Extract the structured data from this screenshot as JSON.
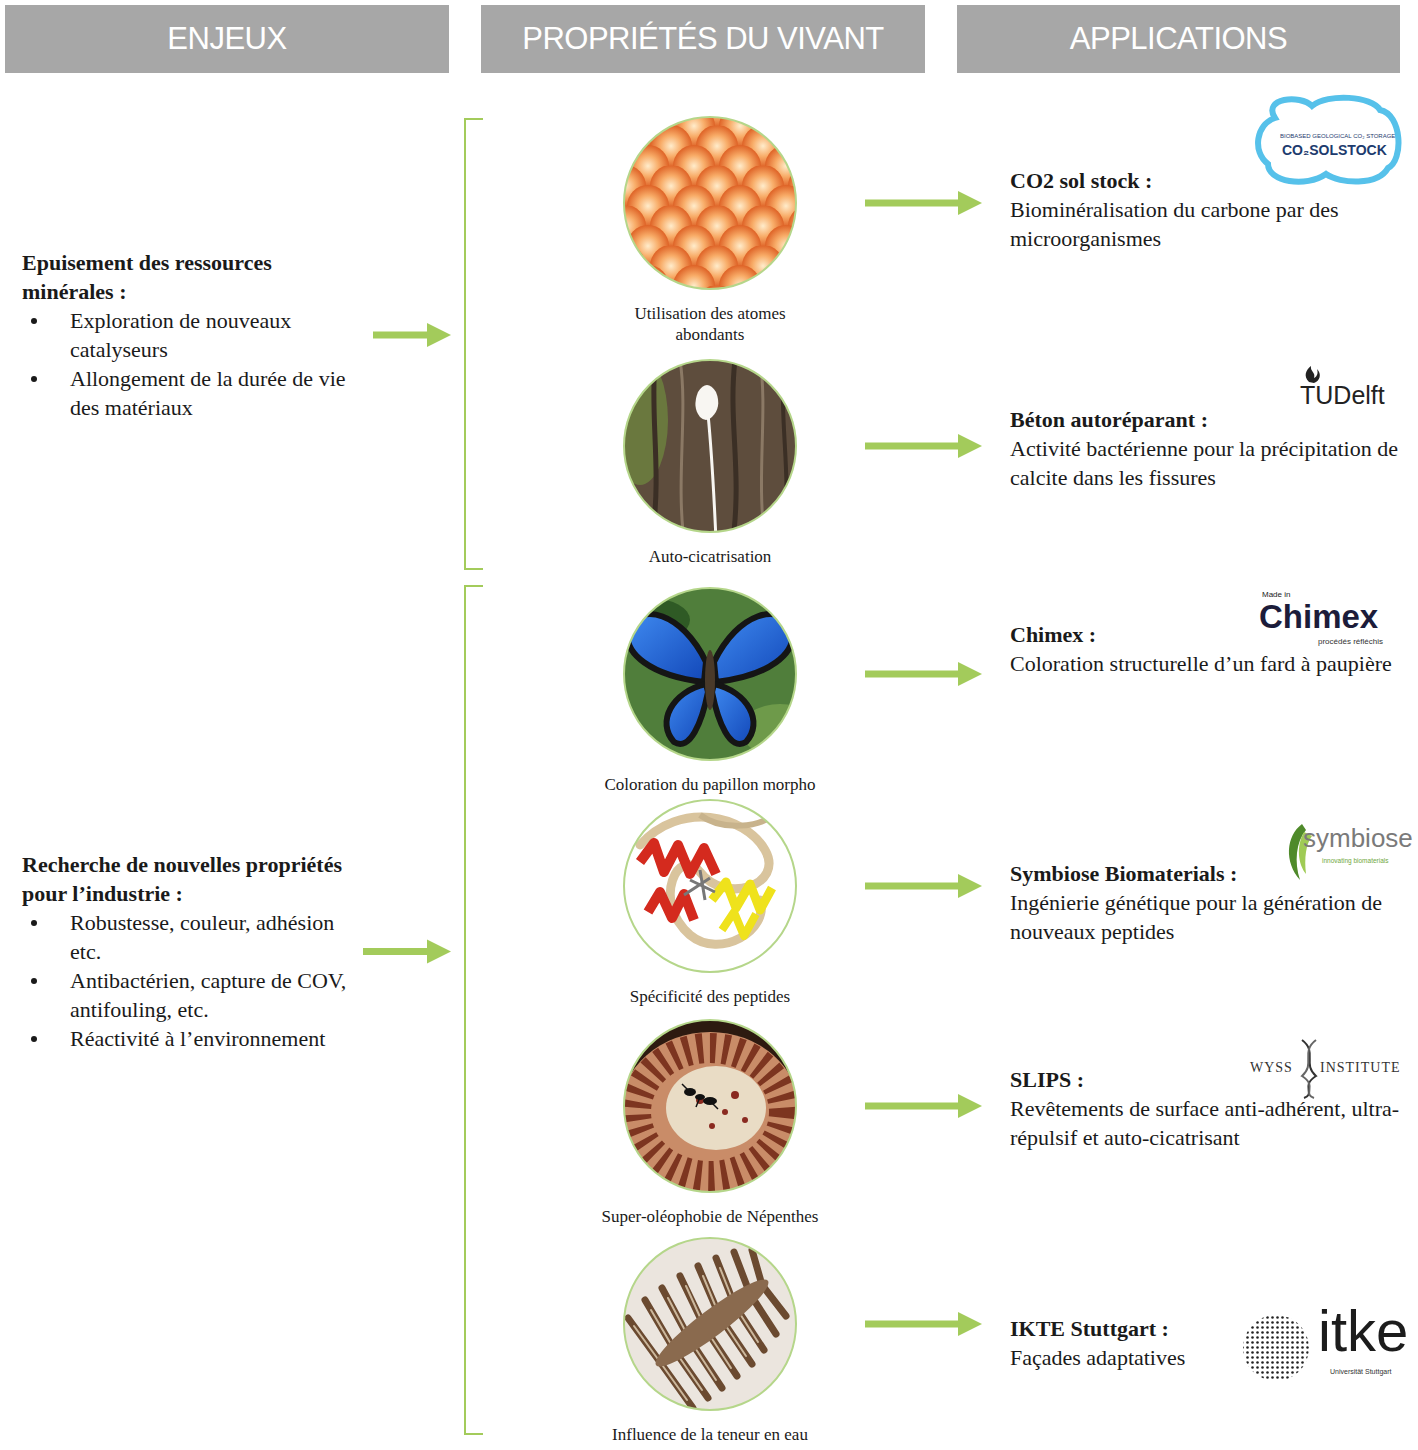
{
  "diagram": {
    "nodes": [
      {
        "text": [
          "ENJEUX"
        ]
      },
      {
        "text": [
          "PROPRIÉTÉS DU VIVANT"
        ]
      },
      {
        "text": [
          "APPLICATIONS"
        ]
      },
      {
        "text": [
          "Epuisement des ressources minérales :",
          "Exploration de nouveaux catalyseurs",
          "Allongement de la durée de vie des matériaux"
        ]
      },
      {
        "text": []
      },
      {
        "text": [
          "Utilisation des atomes abondants"
        ],
        "in": 4
      },
      {
        "text": [
          "Auto-cicatrisation"
        ],
        "in": 4
      },
      {
        "text": [
          "CO2 sol stock :",
          "Biominéralisation du carbone par des microorganismes"
        ]
      },
      {
        "text": [
          "Béton autoréparant :",
          "Activité bactérienne pour la précipitation de calcite dans les fissures"
        ]
      },
      {
        "text": [
          "Recherche de nouvelles propriétés pour l’industrie :",
          "Robustesse, couleur, adhésion etc.",
          "Antibactérien, capture de COV, antifouling, etc.",
          "Réactivité à l’environnement"
        ]
      },
      {
        "text": []
      },
      {
        "text": [
          "Coloration du papillon morpho"
        ],
        "in": 10
      },
      {
        "text": [
          "Spécificité des peptides"
        ],
        "in": 10
      },
      {
        "text": [
          "Super-oléophobie de Népenthes"
        ],
        "in": 10
      },
      {
        "text": [
          "Influence de la teneur en eau"
        ],
        "in": 10
      },
      {
        "text": [
          "Chimex :",
          "Coloration structurelle d’un fard à paupière"
        ]
      },
      {
        "text": [
          "Symbiose Biomaterials :",
          "Ingénierie génétique pour la génération de nouveaux peptides"
        ]
      },
      {
        "text": [
          "SLIPS :",
          "Revêtements de surface anti-adhérent, ultra-répulsif et auto-cicatrisant"
        ]
      },
      {
        "text": [
          "IKTE Stuttgart :",
          "Façades adaptatives"
        ]
      }
    ],
    "edges": [
      {
        "from": 3,
        "to": 4,
        "arrow": "to"
      },
      {
        "from": 9,
        "to": 10,
        "arrow": "to"
      },
      {
        "from": 5,
        "to": 7,
        "arrow": "to"
      },
      {
        "from": 6,
        "to": 8,
        "arrow": "to"
      },
      {
        "from": 11,
        "to": 15,
        "arrow": "to"
      },
      {
        "from": 12,
        "to": 16,
        "arrow": "to"
      },
      {
        "from": 13,
        "to": 17,
        "arrow": "to"
      },
      {
        "from": 14,
        "to": 18,
        "arrow": "to"
      }
    ],
    "labels": [
      "BIOBASED GEOLOGICAL CO₂ STORAGE",
      "CO₂SOLSTOCK",
      "TUDelft",
      "Made in",
      "Chimex",
      "procédés réfléchis",
      "symbiose",
      "innovating biomaterials",
      "WYSS",
      "INSTITUTE",
      "itke",
      "Universität Stuttgart"
    ]
  }
}
